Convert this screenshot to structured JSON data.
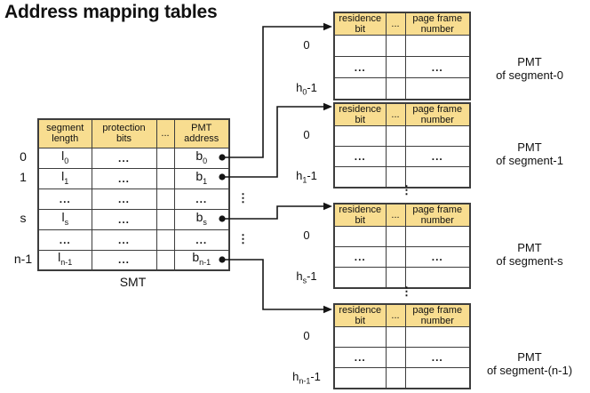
{
  "title": "Address mapping tables",
  "colors": {
    "header_fill": "#F8DD90",
    "border": "#3d3d3d"
  },
  "ellipsis_v": "⋮",
  "smt": {
    "caption": "SMT",
    "row_labels": [
      "0",
      "1",
      "s",
      "n-1"
    ],
    "col_headers": [
      [
        "segment",
        "length"
      ],
      [
        "protection",
        "bits"
      ],
      [
        "...",
        ""
      ],
      [
        "PMT",
        "address"
      ]
    ],
    "rows": [
      {
        "c1": {
          "base": "l",
          "sub": "0"
        },
        "c2": "...",
        "c3": "",
        "c4": {
          "base": "b",
          "sub": "0"
        }
      },
      {
        "c1": {
          "base": "l",
          "sub": "1"
        },
        "c2": "...",
        "c3": "",
        "c4": {
          "base": "b",
          "sub": "1"
        }
      },
      {
        "c1": {
          "text": "..."
        },
        "c2": "...",
        "c3": "",
        "c4": {
          "text": "..."
        }
      },
      {
        "c1": {
          "base": "l",
          "sub": "s"
        },
        "c2": "...",
        "c3": "",
        "c4": {
          "base": "b",
          "sub": "s"
        }
      },
      {
        "c1": {
          "text": "..."
        },
        "c2": "...",
        "c3": "",
        "c4": {
          "text": "..."
        }
      },
      {
        "c1": {
          "base": "l",
          "sub": "n-1"
        },
        "c2": "...",
        "c3": "",
        "c4": {
          "base": "b",
          "sub": "n-1"
        }
      }
    ]
  },
  "pmt_col_headers": [
    [
      "residence",
      "bit"
    ],
    [
      "...",
      ""
    ],
    [
      "page frame",
      "number"
    ]
  ],
  "pmts": [
    {
      "first_label": "0",
      "last_label": {
        "base": "h",
        "sub": "0",
        "suffix": "-1"
      },
      "mid": {
        "c1": "...",
        "c3": "..."
      },
      "caption": [
        "PMT",
        "of segment-0"
      ]
    },
    {
      "first_label": "0",
      "last_label": {
        "base": "h",
        "sub": "1",
        "suffix": "-1"
      },
      "mid": {
        "c1": "...",
        "c3": "..."
      },
      "caption": [
        "PMT",
        "of segment-1"
      ]
    },
    {
      "first_label": "0",
      "last_label": {
        "base": "h",
        "sub": "s",
        "suffix": "-1"
      },
      "mid": {
        "c1": "...",
        "c3": "..."
      },
      "caption": [
        "PMT",
        "of segment-s"
      ]
    },
    {
      "first_label": "0",
      "last_label": {
        "base": "h",
        "sub": "n-1",
        "suffix": "-1"
      },
      "mid": {
        "c1": "...",
        "c3": "..."
      },
      "caption": [
        "PMT",
        "of segment-(n-1)"
      ]
    }
  ]
}
